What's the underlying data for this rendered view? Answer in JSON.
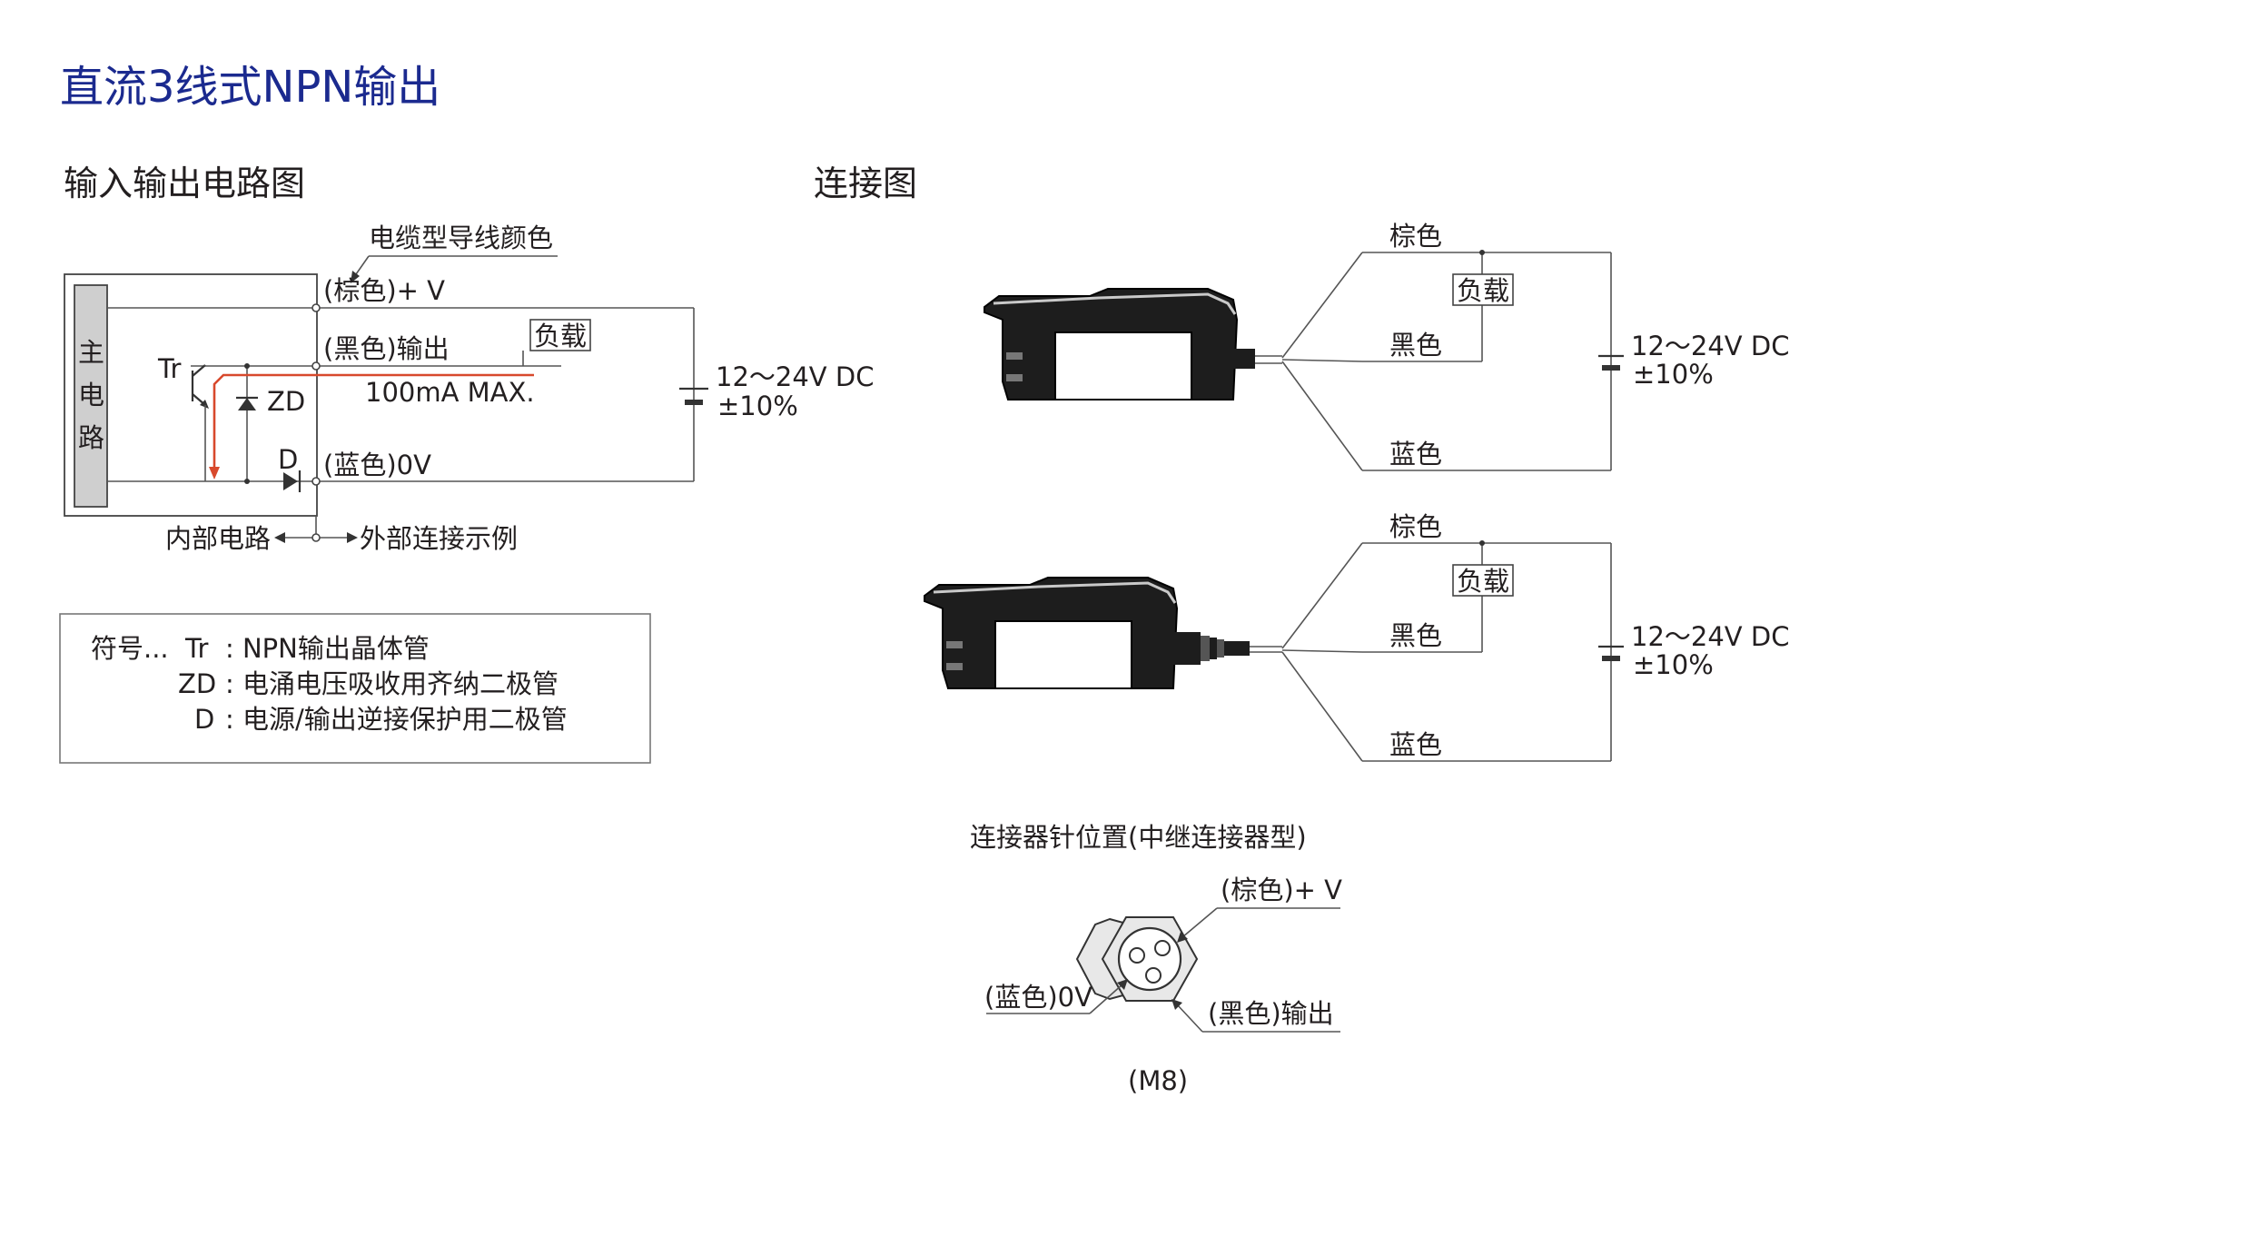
{
  "main_title": "直流3线式NPN输出",
  "circuit": {
    "heading": "输入输出电路图",
    "cable_note": "电缆型导线颜色",
    "main_circuit": [
      "主",
      "电",
      "路"
    ],
    "plus_v": "(棕色)+ V",
    "output": "(黑色)输出",
    "zero_v": "(蓝色)0V",
    "load": "负载",
    "tr": "Tr",
    "zd": "ZD",
    "d": "D",
    "max_current": "100mA MAX.",
    "supply_1": "12～24V DC",
    "supply_2": "±10%",
    "internal": "内部电路",
    "external": "外部连接示例"
  },
  "legend": {
    "prefix": "符号...",
    "rows": [
      {
        "sym": "Tr",
        "text": ": NPN输出晶体管"
      },
      {
        "sym": "ZD",
        "text": ": 电涌电压吸收用齐纳二极管"
      },
      {
        "sym": "D",
        "text": ": 电源/输出逆接保护用二极管"
      }
    ]
  },
  "connection": {
    "heading": "连接图",
    "diagrams": [
      {
        "brown": "棕色",
        "black": "黑色",
        "blue": "蓝色",
        "load": "负载",
        "supply_1": "12～24V DC",
        "supply_2": "±10%"
      },
      {
        "brown": "棕色",
        "black": "黑色",
        "blue": "蓝色",
        "load": "负载",
        "supply_1": "12～24V DC",
        "supply_2": "±10%"
      }
    ]
  },
  "connector": {
    "title": "连接器针位置(中继连接器型)",
    "plus_v": "(棕色)+ V",
    "zero_v": "(蓝色)0V",
    "output": "(黑色)输出",
    "type": "(M8)"
  },
  "colors": {
    "title": "#1b2a8f",
    "current_path": "#d8492c",
    "text": "#231f20"
  }
}
